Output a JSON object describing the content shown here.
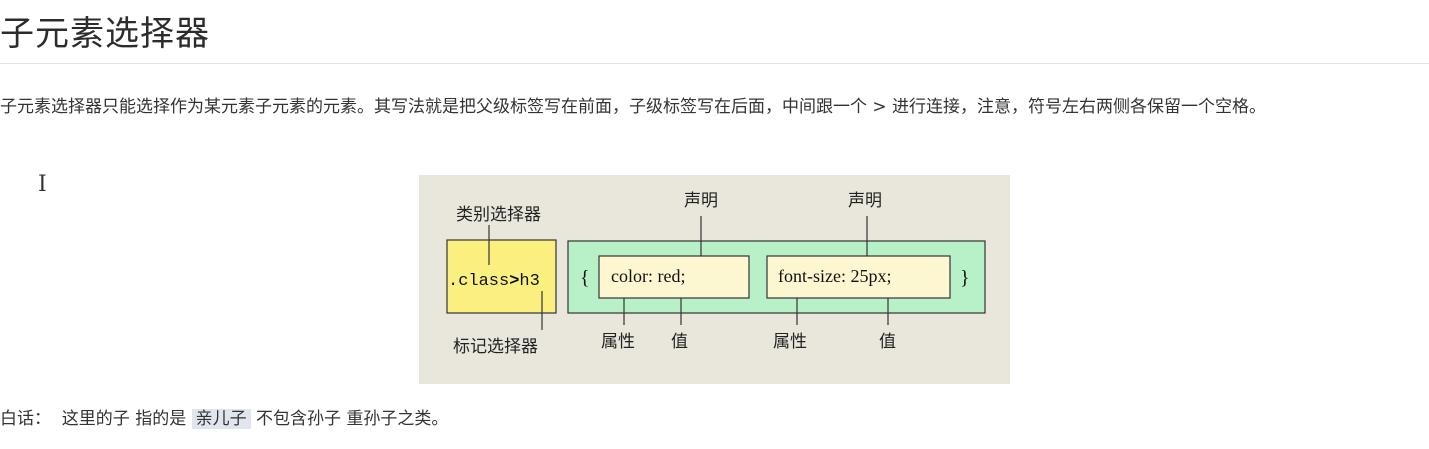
{
  "heading": "子元素选择器",
  "paragraph": "子元素选择器只能选择作为某元素子元素的元素。其写法就是把父级标签写在前面，子级标签写在后面，中间跟一个 > 进行连接，注意，符号左右两侧各保留一个空格。",
  "diagram": {
    "class_selector_label": "类别选择器",
    "selector_class": ".class",
    "selector_arrow": ">",
    "selector_tag": "h3",
    "tag_selector_label": "标记选择器",
    "open_brace": "{",
    "close_brace": "}",
    "declarations": [
      {
        "header": "声明",
        "text": "color: red;",
        "property_label": "属性",
        "value_label": "值"
      },
      {
        "header": "声明",
        "text": "font-size: 25px;",
        "property_label": "属性",
        "value_label": "值"
      }
    ],
    "colors": {
      "background": "#e9e7dc",
      "selector_box": "#fbf07f",
      "rule_box": "#b8f0c8",
      "declaration_box": "#fdf7d1"
    }
  },
  "note": {
    "prefix": "白话：  这里的子 指的是 ",
    "highlight": "亲儿子",
    "suffix": " 不包含孙子 重孙子之类。"
  }
}
